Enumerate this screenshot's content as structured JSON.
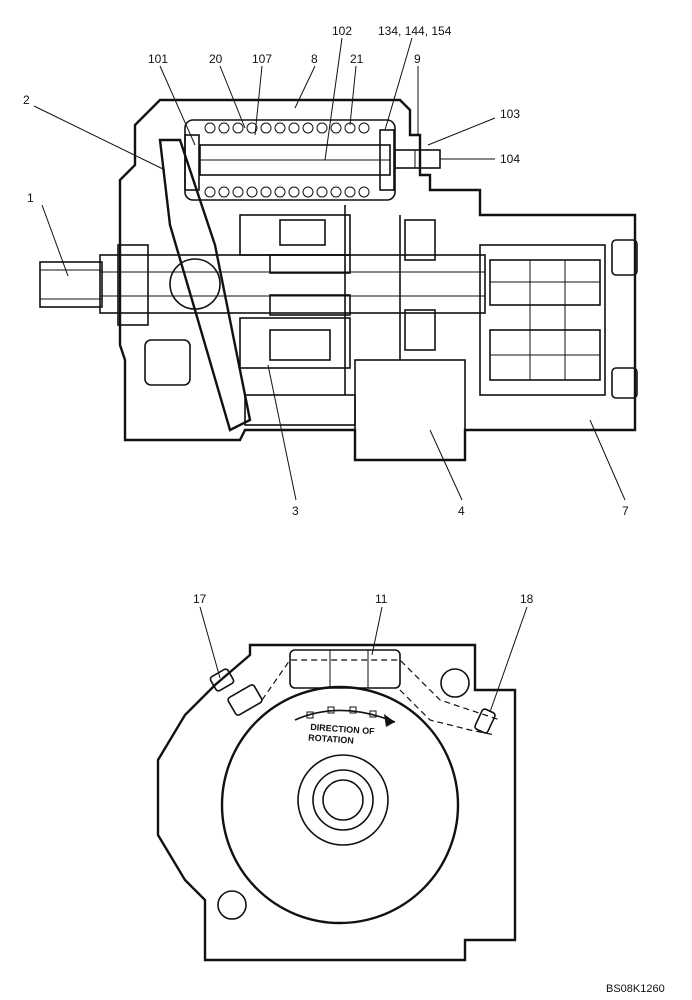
{
  "diagram": {
    "callouts_top": [
      "1",
      "2",
      "3",
      "4",
      "7",
      "8",
      "9",
      "20",
      "21",
      "101",
      "102",
      "103",
      "104",
      "107",
      "134, 144, 154"
    ],
    "callouts_bottom": [
      "11",
      "17",
      "18"
    ],
    "rotation_label_line1": "DIRECTION OF",
    "rotation_label_line2": "ROTATION",
    "figure_code": "BS08K1260"
  },
  "colors": {
    "ink": "#111111",
    "paper": "#ffffff"
  }
}
